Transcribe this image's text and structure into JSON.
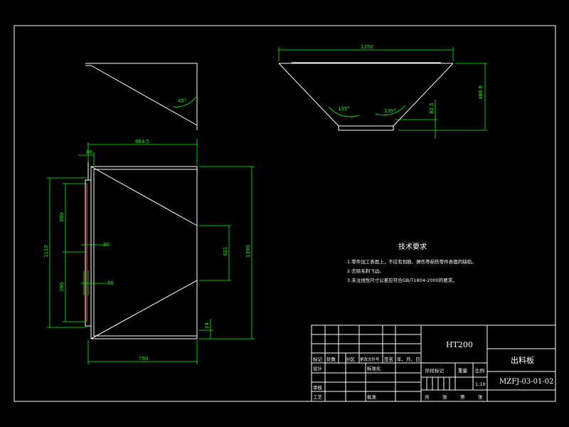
{
  "dimensions": {
    "top_width": "1250",
    "side_height": "486.6",
    "small_height": "82.5",
    "angle_left": "135°",
    "angle_right": "135°",
    "angle_side": "45°",
    "plan_width": "884.5",
    "plan_flange": "80",
    "plan_height": "1390",
    "plan_inner": "1110",
    "plan_seg1": "390",
    "plan_seg2": "390",
    "plan_mid": "20",
    "plan_gap": "60",
    "plan_outlet": "421",
    "plan_bottom_width": "750",
    "plan_small": "14"
  },
  "notes": {
    "heading": "技术要求",
    "items": [
      "1.零件加工表面上，不应有划痕、擦伤等损伤零件表面的缺陷。",
      "2.去除毛刺飞边。",
      "3.未注线性尺寸公差应符合GB/T1804-2000的要求。"
    ]
  },
  "title_block": {
    "material": "HT200",
    "part_name": "出料板",
    "drawing_no": "MZFJ-03-01-02",
    "scale": "1:10",
    "col_biaoji": "标记",
    "col_chushu": "处数",
    "col_fenqu": "分区",
    "col_gengai": "更改文件号",
    "col_qianming": "签名",
    "col_date": "年、月、日",
    "row_sheji": "设计",
    "row_biaozhunhua": "标准化",
    "row_shenhe": "审核",
    "row_gongyi": "工艺",
    "row_pizhun": "批准",
    "stage_label": "阶段标记",
    "weight_label": "重量",
    "scale_label": "比例",
    "sheets_row": [
      "共",
      "张",
      "第",
      "张"
    ]
  }
}
